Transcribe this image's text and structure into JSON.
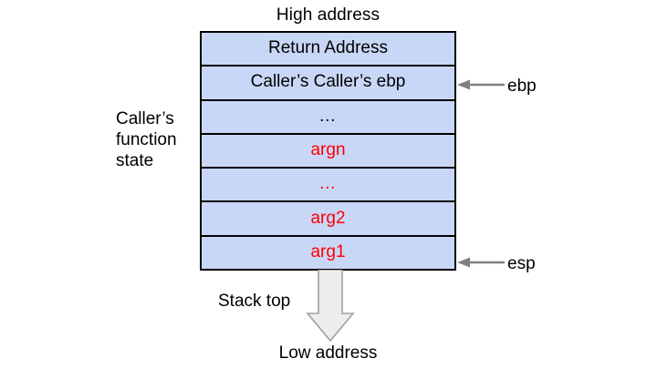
{
  "diagram": {
    "title_top": "High address",
    "title_bottom": "Low address",
    "stack_top_caption": "Stack top",
    "side_note": {
      "line1": "Caller’s",
      "line2": "function",
      "line3": "state"
    },
    "colors": {
      "cell_fill": "#c9d7f7",
      "cell_border": "#000000",
      "arg_text": "#ff0000",
      "label_text": "#000000",
      "pointer_arrow": "#808080",
      "block_arrow_fill": "#ededed",
      "block_arrow_stroke": "#999999",
      "background": "#ffffff"
    },
    "cells": [
      {
        "label": "Return Address",
        "color": "black"
      },
      {
        "label": "Caller’s Caller’s ebp",
        "color": "black"
      },
      {
        "label": "…",
        "color": "black"
      },
      {
        "label": "argn",
        "color": "red"
      },
      {
        "label": "…",
        "color": "red"
      },
      {
        "label": "arg2",
        "color": "red"
      },
      {
        "label": "arg1",
        "color": "red"
      }
    ],
    "pointers": [
      {
        "label": "ebp",
        "target_row": 1,
        "icon": "arrow-left-icon"
      },
      {
        "label": "esp",
        "target_row": 6,
        "icon": "arrow-left-icon"
      }
    ],
    "flow_arrow": {
      "icon": "arrow-down-block-icon",
      "direction": "down"
    }
  }
}
